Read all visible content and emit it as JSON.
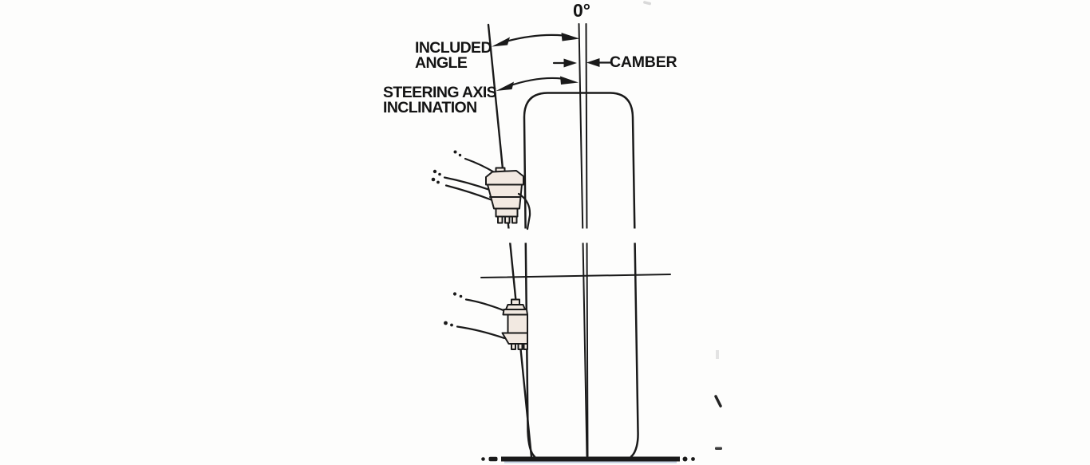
{
  "diagram": {
    "labels": {
      "zero_degree": "0°",
      "included_angle": "INCLUDED\nANGLE",
      "steering_axis_inclination": "STEERING AXIS\nINCLINATION",
      "camber": "CAMBER"
    },
    "colors": {
      "line_color": "#1a1a1a",
      "joint_fill": "#f2e9e1",
      "background": "#fdfdfc",
      "ground_shadow": "#7e9cc4"
    }
  }
}
